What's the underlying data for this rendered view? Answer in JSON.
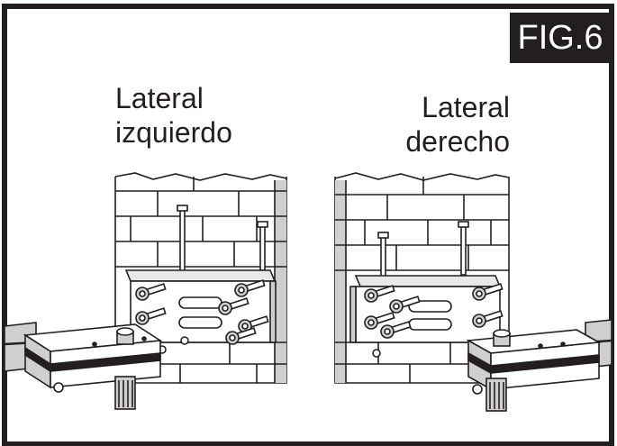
{
  "figure": {
    "label": "FIG.6"
  },
  "left_side": {
    "caption_line1": "Lateral",
    "caption_line2": "izquierdo"
  },
  "right_side": {
    "caption_line1": "Lateral",
    "caption_line2": "derecho"
  },
  "colors": {
    "ink": "#231f20",
    "paper": "#ffffff",
    "shade": "#cfcfcf"
  }
}
